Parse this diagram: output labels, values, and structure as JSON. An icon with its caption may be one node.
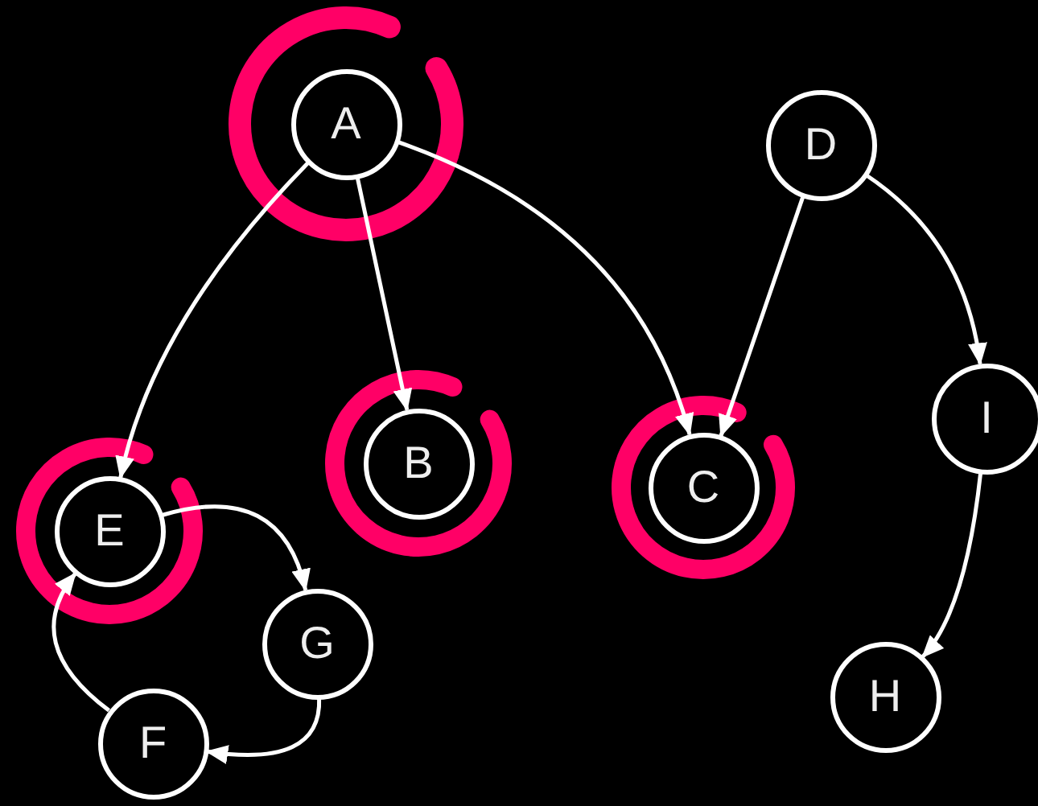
{
  "diagram": {
    "nodes": [
      {
        "text": [
          "A"
        ]
      },
      {
        "text": [
          "D"
        ]
      },
      {
        "text": [
          "I"
        ]
      },
      {
        "text": [
          "B"
        ]
      },
      {
        "text": [
          "C"
        ]
      },
      {
        "text": [
          "E"
        ]
      },
      {
        "text": [
          "G"
        ]
      },
      {
        "text": [
          "H"
        ]
      },
      {
        "text": [
          "F"
        ]
      }
    ],
    "edges": [
      {
        "from": 0,
        "to": 5,
        "arrow": "to"
      },
      {
        "from": 0,
        "to": 3,
        "arrow": "to"
      },
      {
        "from": 0,
        "to": 4,
        "arrow": "to"
      },
      {
        "from": 1,
        "to": 4,
        "arrow": "to"
      },
      {
        "from": 1,
        "to": 2,
        "arrow": "to"
      },
      {
        "from": 2,
        "to": 7,
        "arrow": "to"
      },
      {
        "from": 5,
        "to": 6,
        "arrow": "to"
      },
      {
        "from": 6,
        "to": 8,
        "arrow": "to"
      },
      {
        "from": 8,
        "to": 5,
        "arrow": "to"
      }
    ]
  }
}
